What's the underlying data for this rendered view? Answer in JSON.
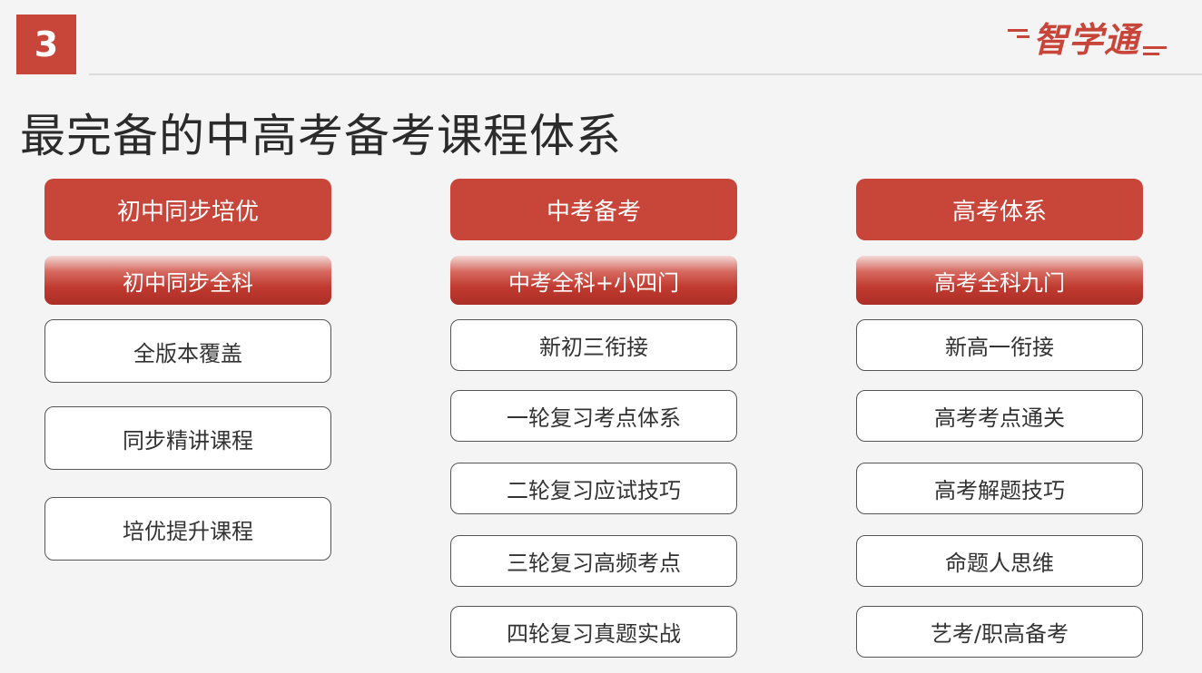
{
  "header": {
    "badge_number": "3",
    "logo_text": "智学通"
  },
  "page": {
    "title": "最完备的中高考备考课程体系"
  },
  "columns": [
    {
      "header": "初中同步培优",
      "subheader": "初中同步全科",
      "items": [
        "全版本覆盖",
        "同步精讲课程",
        "培优提升课程"
      ]
    },
    {
      "header": "中考备考",
      "subheader": "中考全科+小四门",
      "items": [
        "新初三衔接",
        "一轮复习考点体系",
        "二轮复习应试技巧",
        "三轮复习高频考点",
        "四轮复习真题实战"
      ]
    },
    {
      "header": "高考体系",
      "subheader": "高考全科九门",
      "items": [
        "新高一衔接",
        "高考考点通关",
        "高考解题技巧",
        "命题人思维",
        "艺考/职高备考"
      ]
    }
  ],
  "colors": {
    "accent": "#c8453a",
    "background": "#f4f4f4",
    "title_text": "#2b2b2b",
    "item_border": "#555555"
  }
}
